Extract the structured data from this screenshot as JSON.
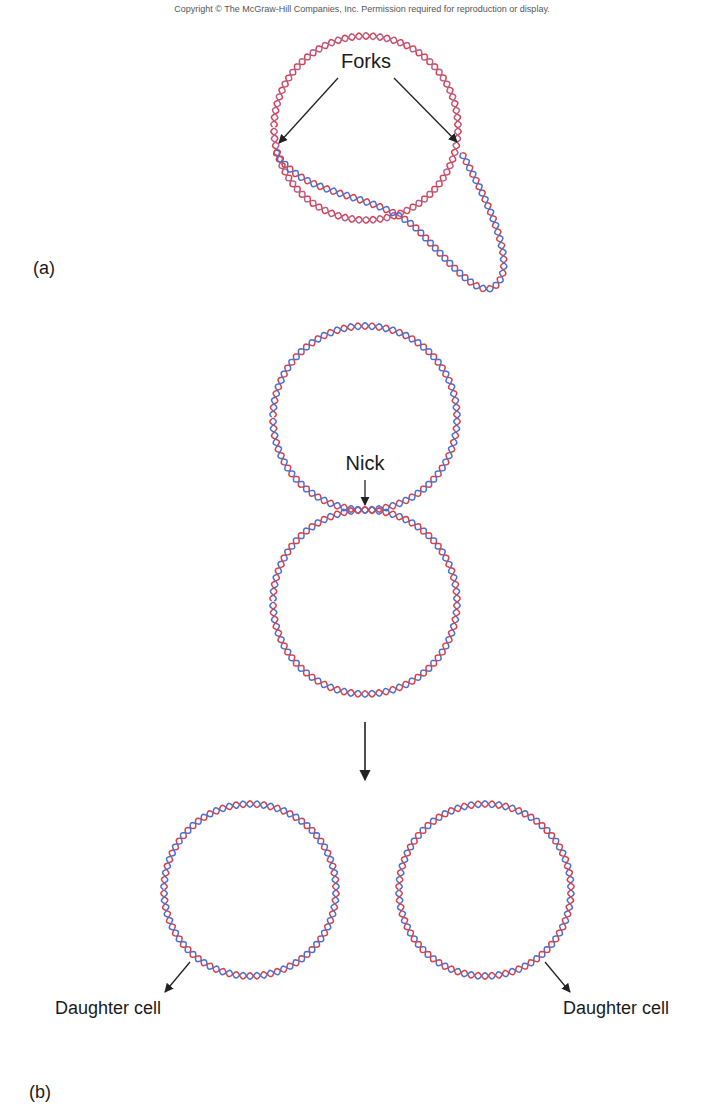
{
  "diagram": {
    "labels": [
      "Copyright © The McGraw-Hill Companies, Inc. Permission required for reproduction or display.",
      "Forks",
      "(a)",
      "Nick",
      "Daughter cell",
      "Daughter cell",
      "(b)"
    ]
  }
}
